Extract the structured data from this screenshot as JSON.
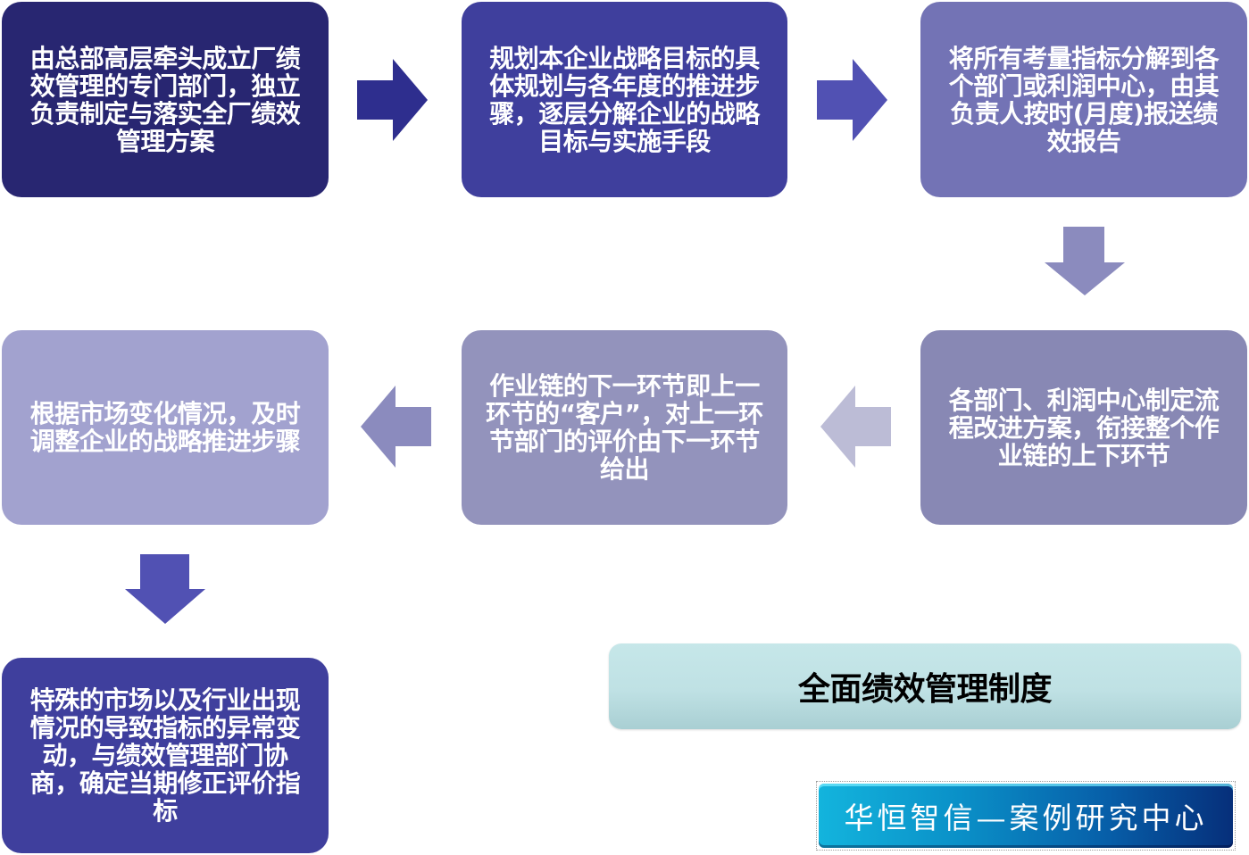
{
  "diagram": {
    "steps": [
      {
        "id": 1,
        "text": "由总部高层牵头成立厂绩效管理的专门部门，独立负责制定与落实全厂绩效管理方案",
        "color": "#282671"
      },
      {
        "id": 2,
        "text": "规划本企业战略目标的具体规划与各年度的推进步骤，逐层分解企业的战略目标与实施手段",
        "color": "#3f3f9d"
      },
      {
        "id": 3,
        "text": "将所有考量指标分解到各个部门或利润中心，由其负责人按时(月度)报送绩效报告",
        "color": "#7373b5"
      },
      {
        "id": 4,
        "text": "各部门、利润中心制定流程改进方案，衔接整个作业链的上下环节",
        "color": "#8888b4"
      },
      {
        "id": 5,
        "text": "作业链的下一环节即上一环节的“客户”，对上一环节部门的评价由下一环节给出",
        "color": "#9393bc"
      },
      {
        "id": 6,
        "text": "根据市场变化情况，及时调整企业的战略推进步骤",
        "color": "#a2a2cf"
      },
      {
        "id": 7,
        "text": "特殊的市场以及行业出现情况的导致指标的异常变动，与绩效管理部门协商，确定当期修正评价指标",
        "color": "#3f3f9d"
      }
    ],
    "arrows": [
      {
        "from": 1,
        "to": 2,
        "direction": "right",
        "color": "#2e2e8e"
      },
      {
        "from": 2,
        "to": 3,
        "direction": "right",
        "color": "#5151b3"
      },
      {
        "from": 3,
        "to": 4,
        "direction": "down",
        "color": "#8b8bbe"
      },
      {
        "from": 4,
        "to": 5,
        "direction": "left",
        "color": "#bcbcd6"
      },
      {
        "from": 5,
        "to": 6,
        "direction": "left",
        "color": "#8b8bbe"
      },
      {
        "from": 6,
        "to": 7,
        "direction": "down",
        "color": "#5151b3"
      }
    ],
    "summary_label": "全面绩效管理制度",
    "brand_label": "华恒智信—案例研究中心"
  }
}
